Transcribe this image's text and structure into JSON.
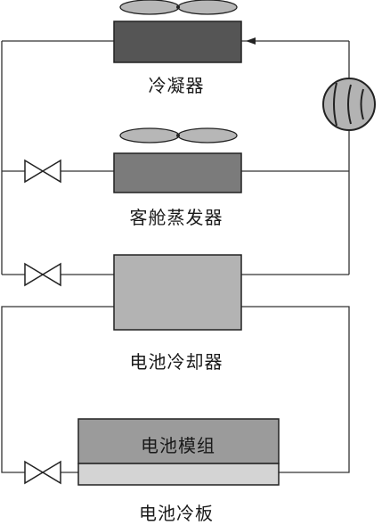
{
  "labels": {
    "condenser": "冷凝器",
    "cabin_evaporator": "客舱蒸发器",
    "battery_chiller": "电池冷却器",
    "battery_module": "电池模组",
    "battery_cold_plate": "电池冷板"
  },
  "colors": {
    "condenser": "#555555",
    "evaporator": "#7b7b7b",
    "chiller": "#b3b3b3",
    "module": "#9b9b9b",
    "cold_plate": "#d4d4d4",
    "fan": "#b7b7b7",
    "compressor": "#b3b3b3"
  },
  "icons": {
    "compressor": "compressor-icon",
    "fan": "fan-icon",
    "valve": "expansion-valve-icon"
  }
}
